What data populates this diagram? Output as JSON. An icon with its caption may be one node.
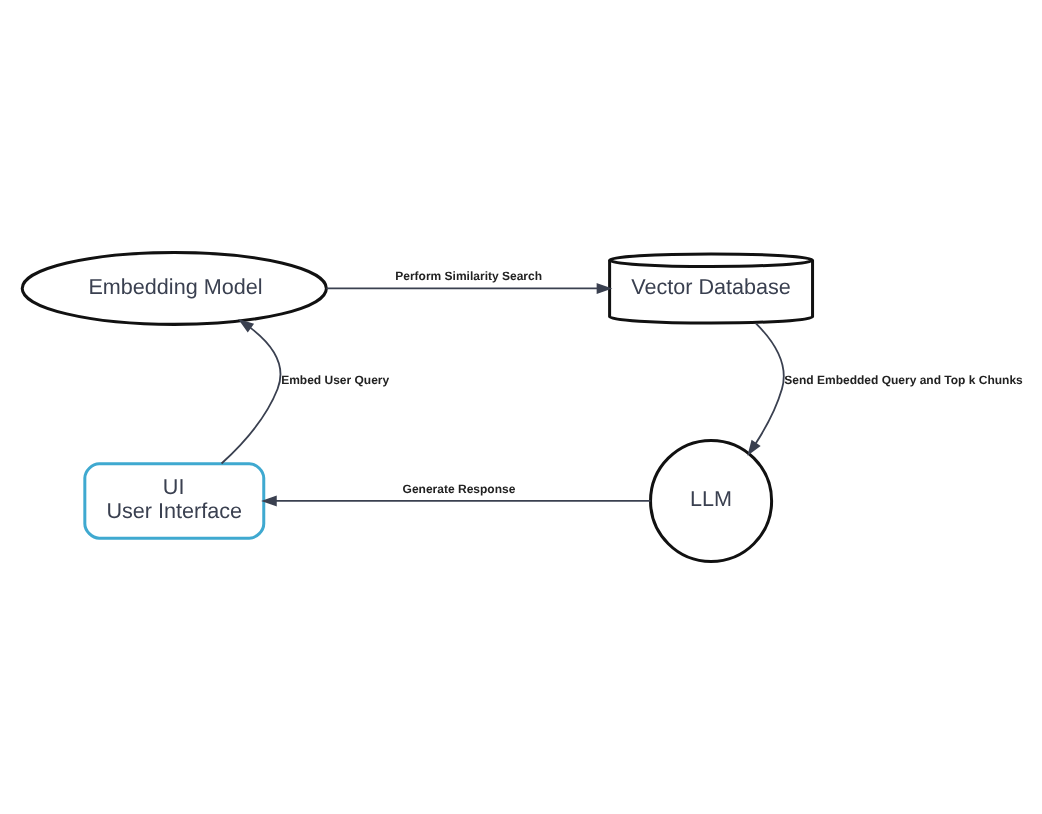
{
  "diagram": {
    "nodes": [
      {
        "text": [
          "Embedding Model"
        ]
      },
      {
        "text": [
          "Vector Database"
        ]
      },
      {
        "text": [
          "UI",
          "User Interface"
        ]
      },
      {
        "text": [
          "LLM"
        ]
      }
    ],
    "edges": [
      {
        "from": 0,
        "to": 1,
        "arrow": "to",
        "label": "Perform Similarity Search"
      },
      {
        "from": 1,
        "to": 3,
        "arrow": "to",
        "label": "Send Embedded Query and Top k Chunks"
      },
      {
        "from": 3,
        "to": 2,
        "arrow": "to",
        "label": "Generate Response"
      },
      {
        "from": 2,
        "to": 0,
        "arrow": "to",
        "label": "Embed User Query"
      }
    ]
  }
}
